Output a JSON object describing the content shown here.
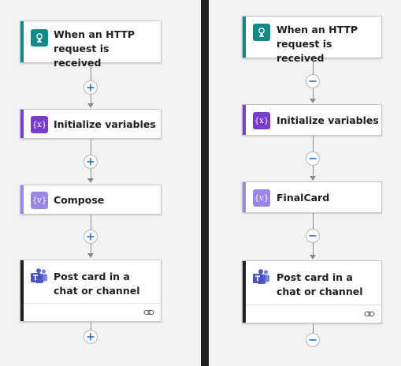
{
  "colors": {
    "http_accent": "#0e8a8a",
    "variable_accent": "#7a3bd1",
    "compose_accent": "#9a87e8",
    "teams_accent": "#1f1f1f",
    "add_icon": "#0f6cbd"
  },
  "left_flow": {
    "steps": [
      {
        "label": "When an HTTP request is received",
        "icon": "http-request-icon"
      },
      {
        "label": "Initialize variables",
        "icon": "variable-icon"
      },
      {
        "label": "Compose",
        "icon": "compose-icon"
      },
      {
        "label": "Post card in a chat or channel",
        "icon": "teams-icon"
      }
    ]
  },
  "right_flow": {
    "steps": [
      {
        "label": "When an HTTP request is received",
        "icon": "http-request-icon"
      },
      {
        "label": "Initialize variables",
        "icon": "variable-icon"
      },
      {
        "label": "FinalCard",
        "icon": "compose-icon"
      },
      {
        "label": "Post card in a chat or channel",
        "icon": "teams-icon"
      }
    ]
  },
  "icons": {
    "variable_glyph": "{x}",
    "compose_glyph": "{v}"
  }
}
